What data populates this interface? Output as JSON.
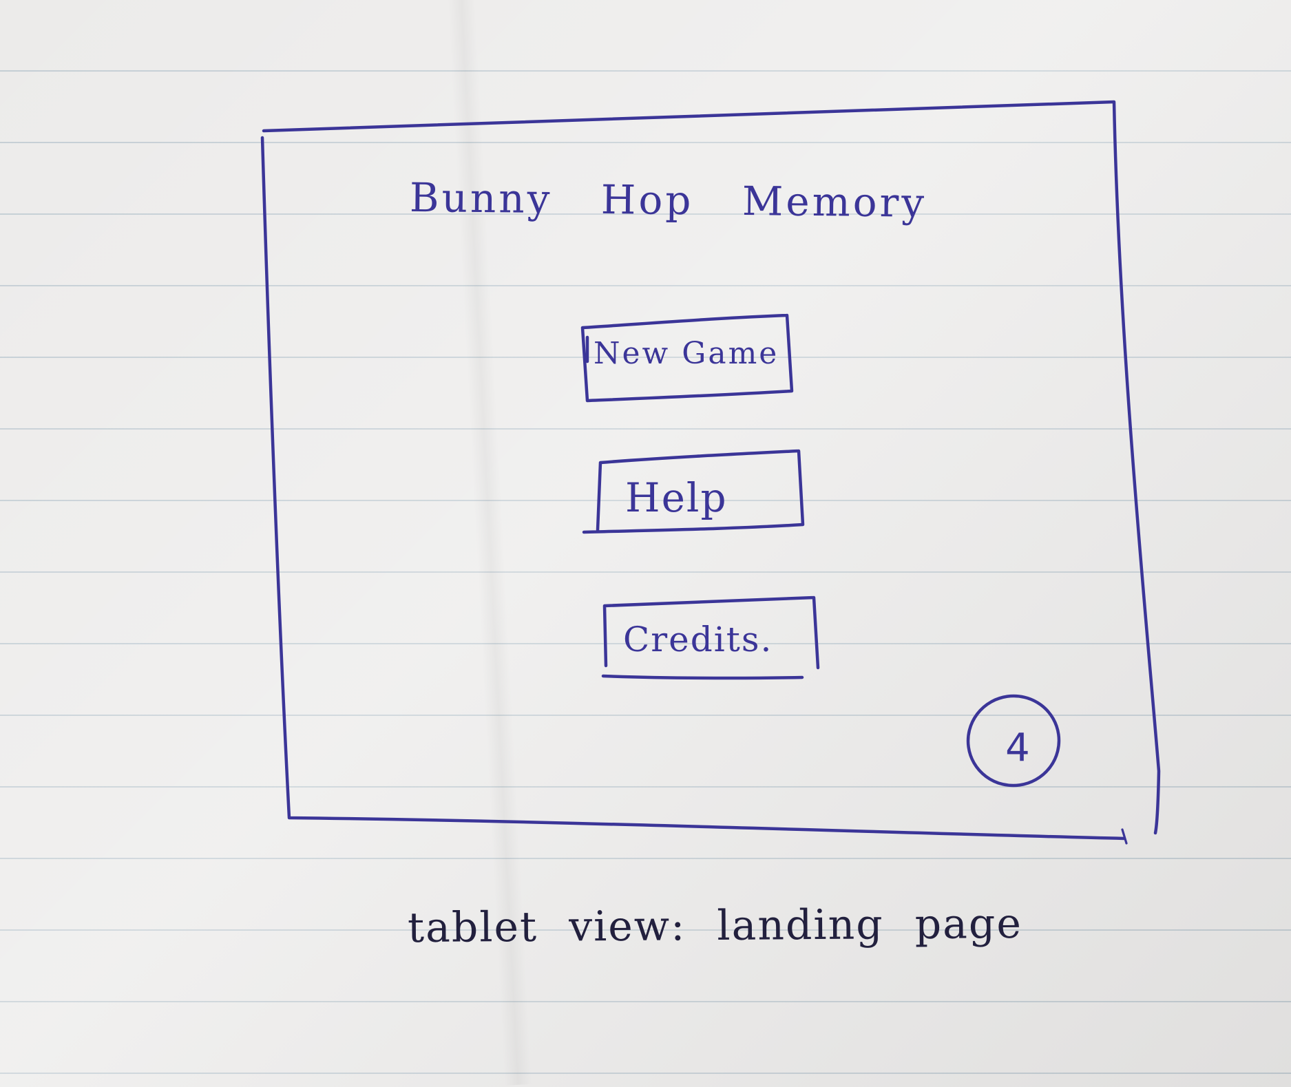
{
  "sketch": {
    "title": "Bunny Hop Memory",
    "buttons": {
      "new_game": "New Game",
      "help": "Help",
      "credits": "Credits."
    },
    "badge_text": "4",
    "caption": "tablet view: landing page",
    "ink_color": "#3b3598",
    "caption_ink_color": "#22203e",
    "paper_color": "#ecebea"
  }
}
